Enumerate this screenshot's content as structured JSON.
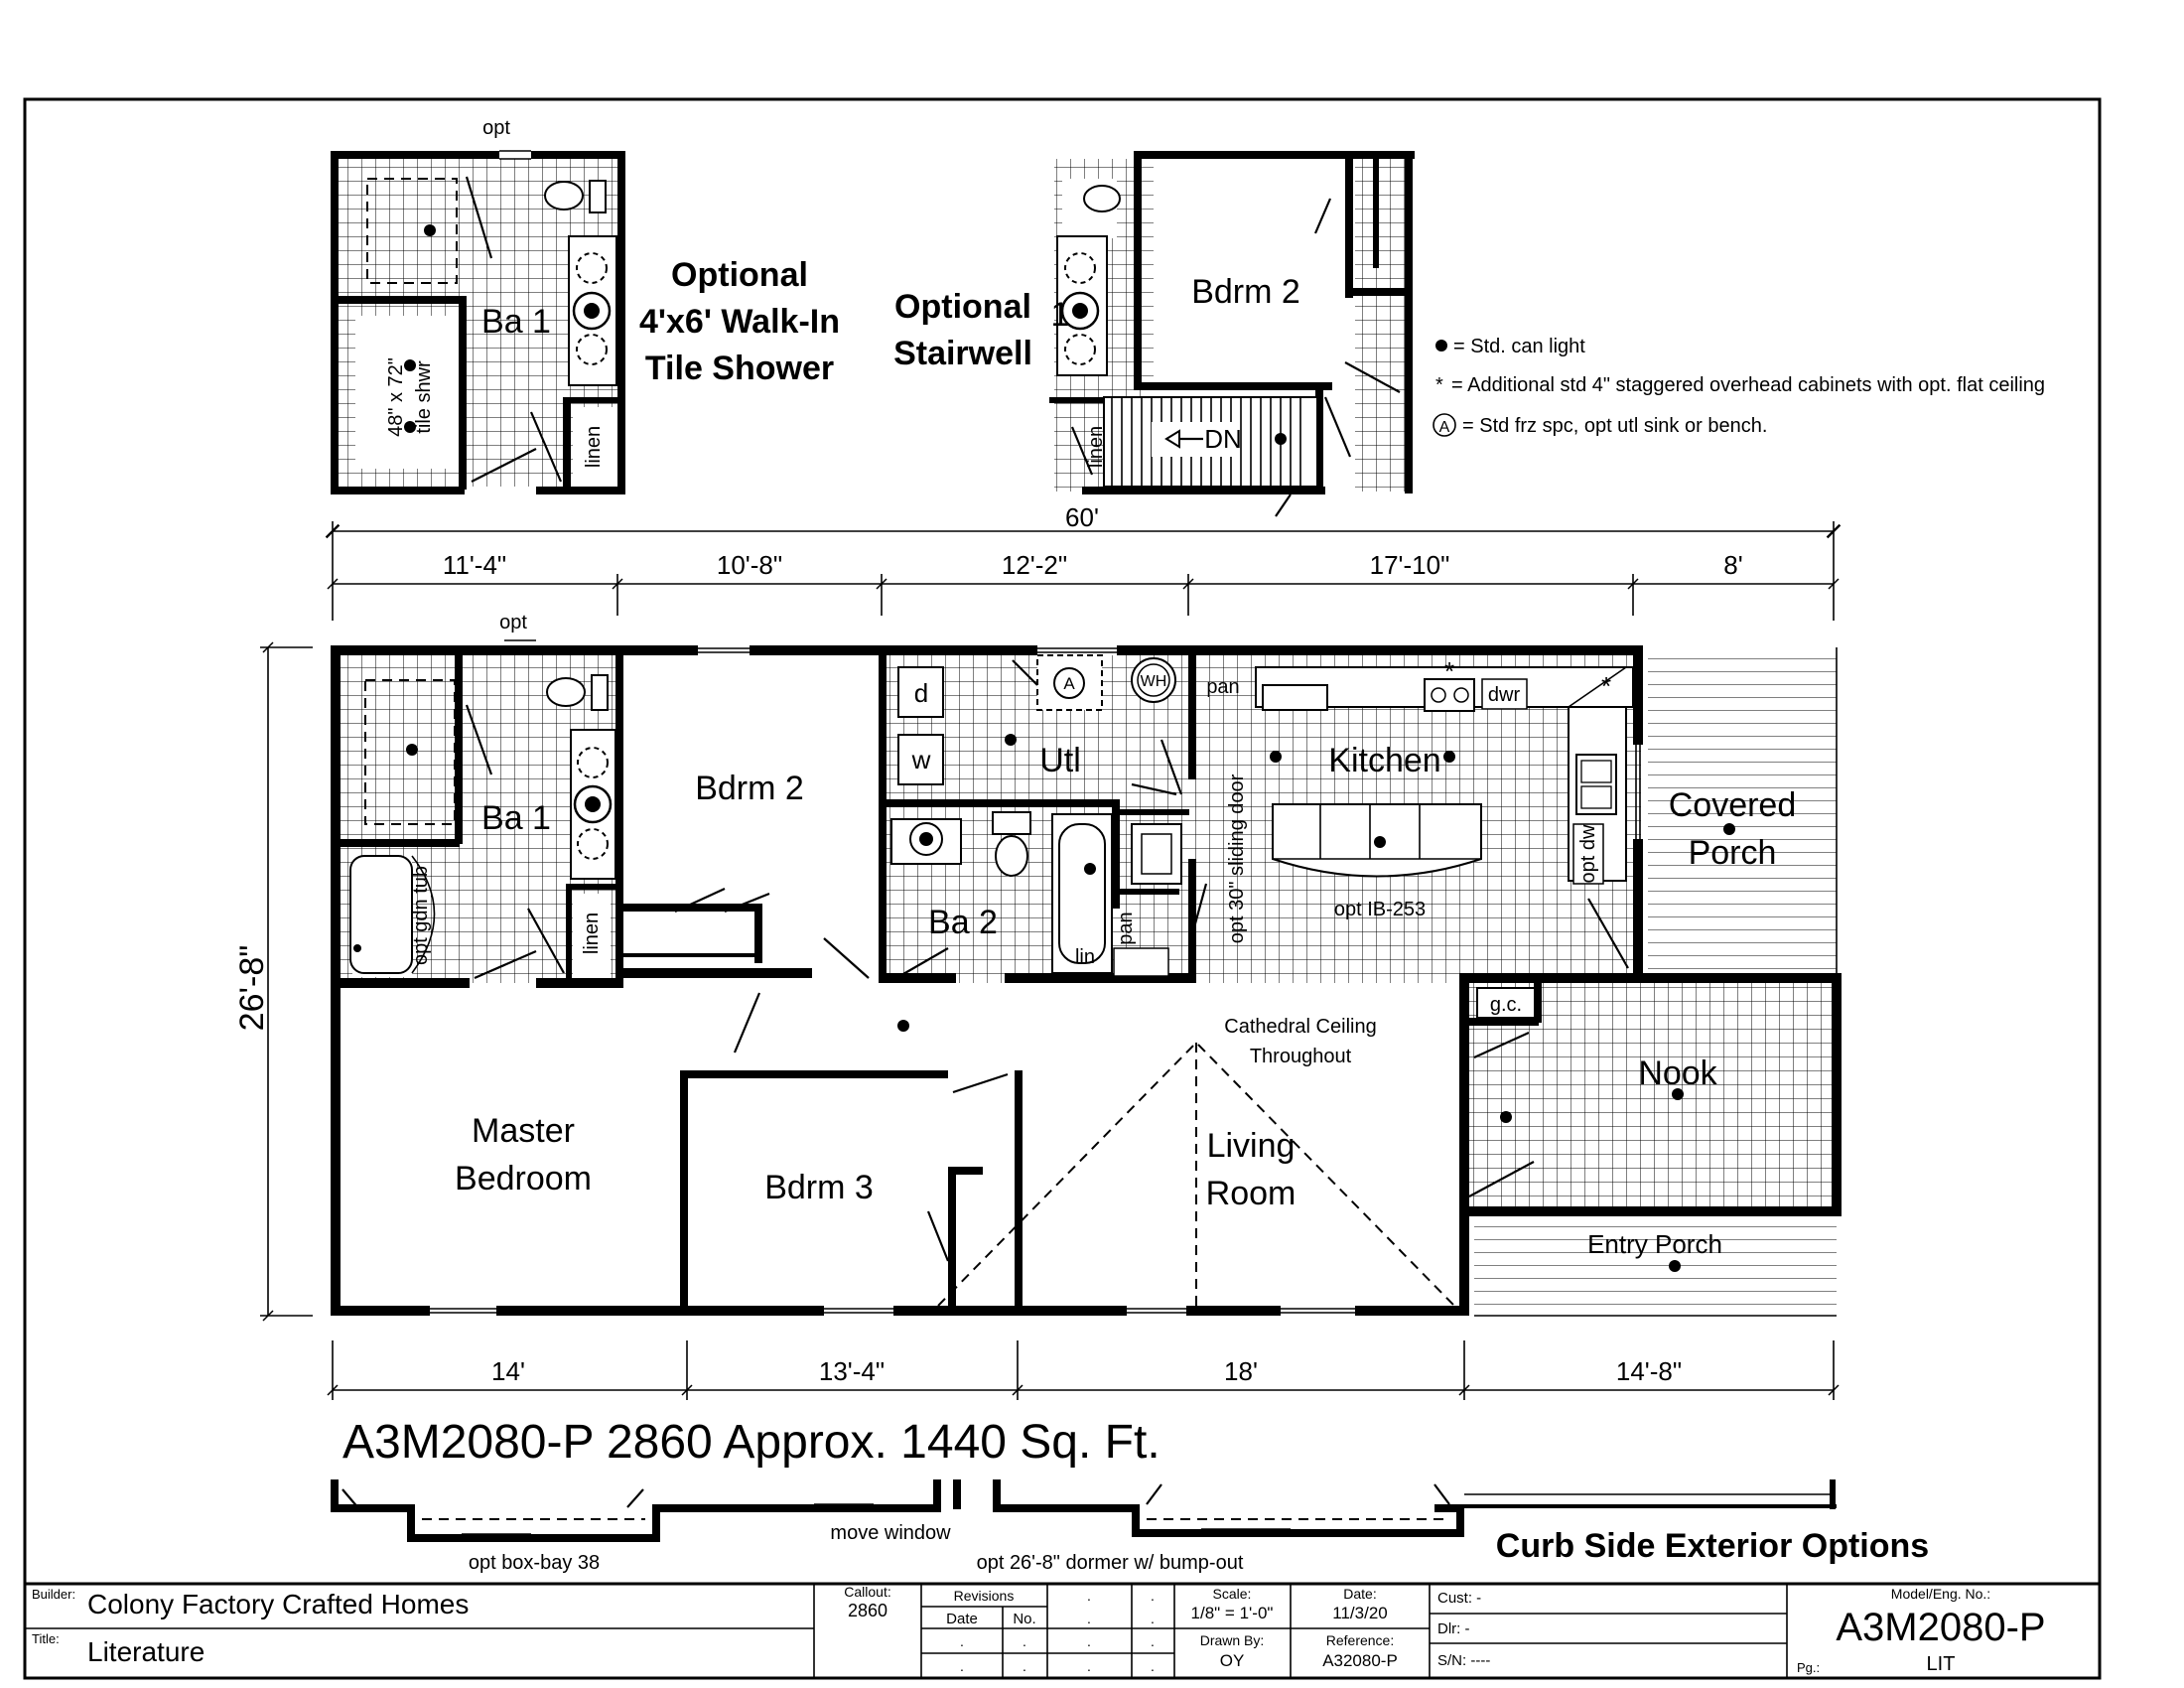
{
  "inset_shower": {
    "opt_label": "opt",
    "bath_label": "Ba 1",
    "shower_label_1": "48\" x 72\"",
    "shower_label_2": "tile shwr",
    "linen_label": "linen",
    "title_lines": [
      "Optional",
      "4'x6' Walk-In",
      "Tile Shower"
    ]
  },
  "inset_stair": {
    "title_lines": [
      "Optional",
      "Stairwell"
    ],
    "bdrm_label": "Bdrm 2",
    "linen_label": "linen",
    "dn_label": "DN",
    "marker": "1"
  },
  "legend": [
    {
      "symbol": "●",
      "text": "= Std. can light"
    },
    {
      "symbol": "*",
      "text": "= Additional std 4\" staggered overhead cabinets with opt. flat ceiling"
    },
    {
      "symbol": "A",
      "text": "= Std frz spc, opt utl sink or bench."
    }
  ],
  "dimensions": {
    "overall_width": "60'",
    "top": [
      "11'-4\"",
      "10'-8\"",
      "12'-2\"",
      "17'-10\"",
      "8'"
    ],
    "bottom": [
      "14'",
      "13'-4\"",
      "18'",
      "14'-8\""
    ],
    "depth": "26'-8\""
  },
  "rooms": {
    "opt_top": "opt",
    "ba1": "Ba 1",
    "bdrm2": "Bdrm 2",
    "utl": "Utl",
    "kitchen": "Kitchen",
    "covered_porch_1": "Covered",
    "covered_porch_2": "Porch",
    "ba2": "Ba 2",
    "master_1": "Master",
    "master_2": "Bedroom",
    "bdrm3": "Bdrm 3",
    "living_1": "Living",
    "living_2": "Room",
    "nook": "Nook",
    "entry_porch": "Entry Porch",
    "cathedral_1": "Cathedral Ceiling",
    "cathedral_2": "Throughout",
    "gc": "g.c.",
    "pan_1": "pan",
    "pan_2": "pan",
    "dwr": "dwr",
    "opt_dw": "opt dw",
    "opt_ib": "opt IB-253",
    "sliding_door": "opt 30\" sliding door",
    "linen": "linen",
    "lin": "lin",
    "opt_gdn_tub": "opt gdn tub",
    "d": "d",
    "w": "w",
    "wh": "WH",
    "frz": "A",
    "star": "*"
  },
  "headline": "A3M2080-P 2860 Approx. 1440 Sq. Ft.",
  "exterior": {
    "box_bay": "opt box-bay 38",
    "move_window": "move window",
    "dormer": "opt 26'-8\" dormer w/ bump-out",
    "title": "Curb Side Exterior Options"
  },
  "title_block": {
    "builder_key": "Builder:",
    "builder": "Colony Factory Crafted Homes",
    "title_key": "Title:",
    "title": "Literature",
    "callout_key": "Callout:",
    "callout": "2860",
    "revisions_key": "Revisions",
    "date_col": "Date",
    "no_col": "No.",
    "dot": ".",
    "scale_key": "Scale:",
    "scale": "1/8\" = 1'-0\"",
    "date_key": "Date:",
    "date": "11/3/20",
    "drawn_key": "Drawn By:",
    "drawn": "OY",
    "ref_key": "Reference:",
    "ref": "A32080-P",
    "cust": "Cust: -",
    "dlr": "Dlr:  -",
    "sn": "S/N:  ----",
    "model_key": "Model/Eng. No.:",
    "model": "A3M2080-P",
    "pg_key": "Pg.:",
    "pg": "LIT"
  }
}
